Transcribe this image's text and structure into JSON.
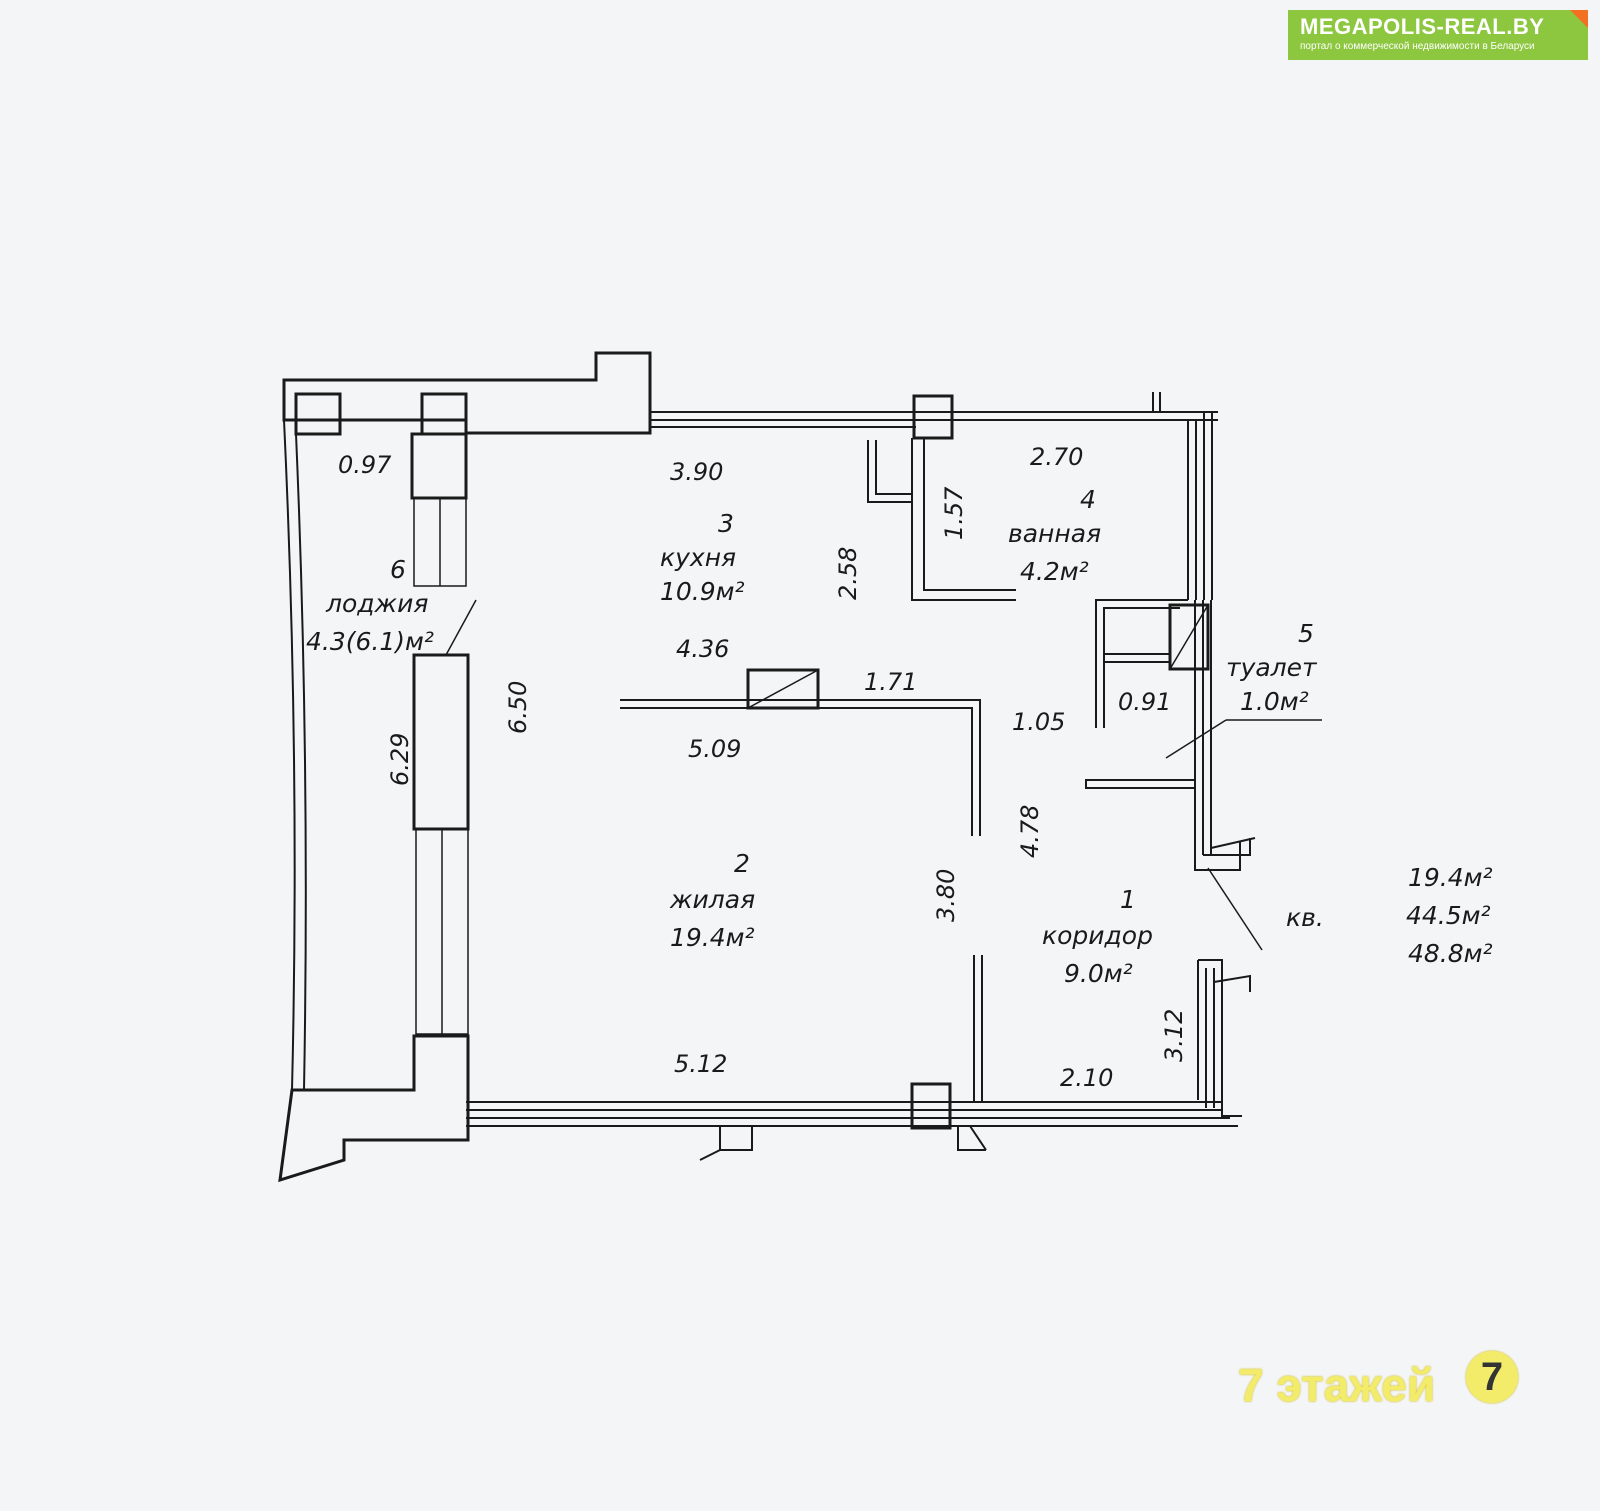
{
  "watermark": {
    "title": "MEGAPOLIS-REAL.BY",
    "subtitle": "портал о коммерческой недвижимости в Беларуси"
  },
  "badge": {
    "text": "7 этажей",
    "digit": "7"
  },
  "rooms": {
    "corridor": {
      "number": "1",
      "name": "коридор",
      "area": "9.0м²"
    },
    "living": {
      "number": "2",
      "name": "жилая",
      "area": "19.4м²"
    },
    "kitchen": {
      "number": "3",
      "name": "кухня",
      "area": "10.9м²"
    },
    "bathroom": {
      "number": "4",
      "name": "ванная",
      "area": "4.2м²"
    },
    "toilet": {
      "number": "5",
      "name": "туалет",
      "area": "1.0м²"
    },
    "loggia": {
      "number": "6",
      "name": "лоджия",
      "area": "4.3(6.1)м²"
    }
  },
  "dimensions": {
    "d_097": "0.97",
    "d_390": "3.90",
    "d_270": "2.70",
    "d_157": "1.57",
    "d_258": "2.58",
    "d_436": "4.36",
    "d_171": "1.71",
    "d_650": "6.50",
    "d_629": "6.29",
    "d_509": "5.09",
    "d_105": "1.05",
    "d_091": "0.91",
    "d_478": "4.78",
    "d_380": "3.80",
    "d_512": "5.12",
    "d_210": "2.10",
    "d_312": "3.12"
  },
  "apartment": {
    "label": "кв.",
    "living_area": "19.4м²",
    "total_area": "44.5м²",
    "total_with_loggia": "48.8м²"
  }
}
